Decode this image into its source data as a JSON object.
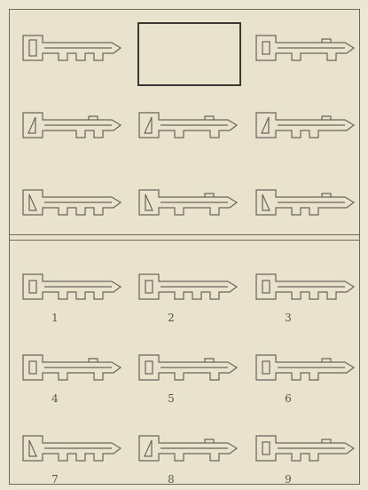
{
  "top_panel": {
    "empty_slot": "missing-key-slot",
    "keys": [
      {
        "slot": "r1c1",
        "window": "rect-tall",
        "teeth": "ddd"
      },
      {
        "slot": "r1c3",
        "window": "rect-flat",
        "teeth": "du-d"
      },
      {
        "slot": "r2c1",
        "window": "tri-right",
        "teeth": "ddu"
      },
      {
        "slot": "r2c2",
        "window": "tri-right",
        "teeth": "du-d"
      },
      {
        "slot": "r2c3",
        "window": "tri-right",
        "teeth": "ud-d"
      },
      {
        "slot": "r3c1",
        "window": "tri-left",
        "teeth": "ddd"
      },
      {
        "slot": "r3c2",
        "window": "tri-left",
        "teeth": "du-d"
      },
      {
        "slot": "r3c3",
        "window": "tri-left",
        "teeth": "ud-d"
      }
    ]
  },
  "options": [
    {
      "number": "1",
      "window": "rect",
      "teeth": "ddd"
    },
    {
      "number": "2",
      "window": "rect",
      "teeth": "d-d"
    },
    {
      "number": "3",
      "window": "rect",
      "teeth": "dd-"
    },
    {
      "number": "4",
      "window": "rect",
      "teeth": "du-d"
    },
    {
      "number": "5",
      "window": "rect",
      "teeth": "d-u"
    },
    {
      "number": "6",
      "window": "rect",
      "teeth": "ud-d"
    },
    {
      "number": "7",
      "window": "tri-left",
      "teeth": "ddd"
    },
    {
      "number": "8",
      "window": "tri-right",
      "teeth": "du-d"
    },
    {
      "number": "9",
      "window": "rect",
      "teeth": "ud-d"
    }
  ]
}
